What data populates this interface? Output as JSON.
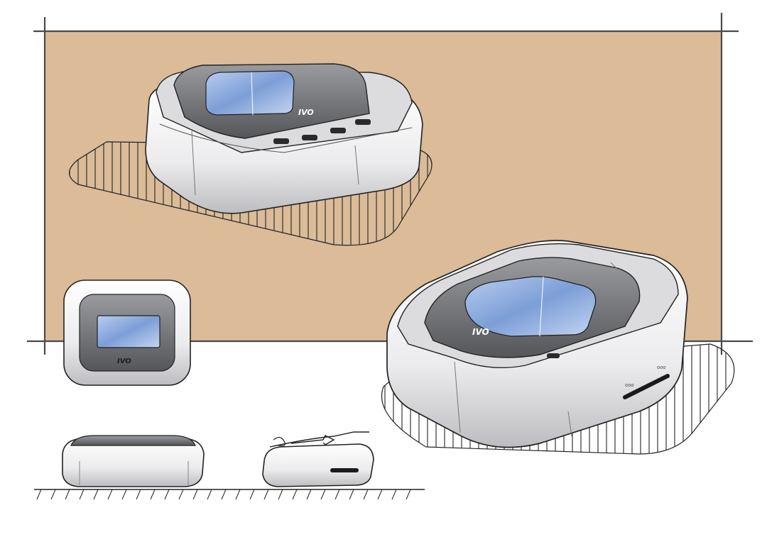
{
  "sketch": {
    "brand_mark": "IVO",
    "colors": {
      "backdrop": "#dbbb98",
      "frame_line": "#4a4a4a",
      "screen_blue": "#7c9ed6",
      "screen_light": "#b9cdf0",
      "bezel_grey": "#6e6f73",
      "body_white": "#f3f3f4",
      "body_shade": "#c9c9cc",
      "ink": "#1c1c1c"
    },
    "views": [
      {
        "name": "top-three-quarter-view"
      },
      {
        "name": "front-view"
      },
      {
        "name": "side-view"
      },
      {
        "name": "side-view-with-card"
      },
      {
        "name": "large-three-quarter-view"
      }
    ]
  }
}
